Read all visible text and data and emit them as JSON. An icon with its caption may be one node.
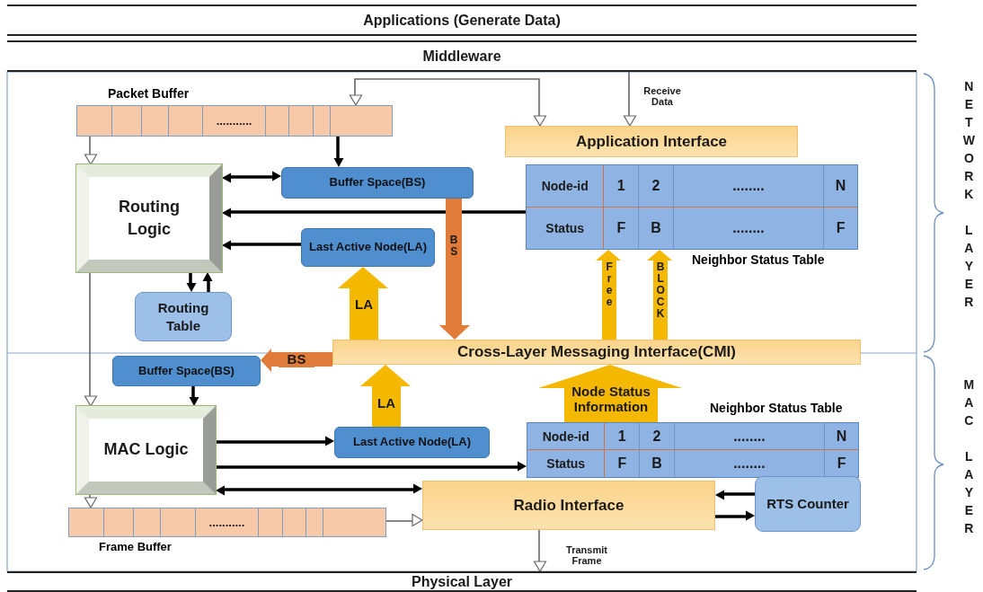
{
  "diagram": {
    "nodes": [
      {
        "text": [
          "Applications (Generate Data)"
        ]
      },
      {
        "text": [
          "Middleware"
        ]
      },
      {
        "text": [
          "..........."
        ],
        "beside": [
          "Packet Buffer"
        ]
      },
      {
        "text": [
          "Application Interface"
        ]
      },
      {
        "text": [
          "Routing Logic"
        ]
      },
      {
        "text": [
          "Buffer Space(BS)"
        ]
      },
      {
        "text": [
          "Node-id",
          "1",
          "2",
          "........",
          "N",
          "Status",
          "F",
          "B",
          "........",
          "F"
        ],
        "beside": [
          "Neighbor Status Table"
        ]
      },
      {
        "text": [
          "Last Active Node(LA)"
        ]
      },
      {
        "text": [
          "Routing Table"
        ]
      },
      {
        "text": [
          "Cross-Layer Messaging Interface(CMI)"
        ]
      },
      {
        "text": [
          "Buffer Space(BS)"
        ]
      },
      {
        "text": [
          "Node-id",
          "1",
          "2",
          "........",
          "N",
          "Status",
          "F",
          "B",
          "........",
          "F"
        ],
        "beside": [
          "Neighbor Status Table"
        ]
      },
      {
        "text": [
          "MAC Logic"
        ]
      },
      {
        "text": [
          "Last Active Node(LA)"
        ]
      },
      {
        "text": [
          "..........."
        ],
        "beside": [
          "Frame Buffer"
        ]
      },
      {
        "text": [
          "Radio Interface"
        ]
      },
      {
        "text": [
          "RTS Counter"
        ]
      },
      {
        "text": [
          "Physical Layer"
        ]
      }
    ],
    "edges": [
      {
        "from": 2,
        "to": 4,
        "arrow": "to",
        "color": "#666666"
      },
      {
        "from": 2,
        "to": 5,
        "arrow": "to"
      },
      {
        "from": 4,
        "to": 5,
        "arrow": "both"
      },
      {
        "from": 6,
        "to": 4,
        "arrow": "to"
      },
      {
        "from": 7,
        "to": 4,
        "arrow": "to"
      },
      {
        "from": 4,
        "to": 8,
        "arrow": "to"
      },
      {
        "from": 8,
        "to": 4,
        "arrow": "to"
      },
      {
        "from": 3,
        "to": 2,
        "arrow": "both",
        "color": "#666666"
      },
      {
        "from": 5,
        "to": 9,
        "arrow": "to",
        "label": "BS",
        "style": "thick",
        "color": "#e07b39"
      },
      {
        "from": 9,
        "to": 7,
        "arrow": "to",
        "label": "LA",
        "style": "thick",
        "color": "#f5b800"
      },
      {
        "from": 9,
        "to": 6,
        "arrow": "to",
        "label": "Free",
        "style": "thick",
        "color": "#f5b800"
      },
      {
        "from": 9,
        "to": 6,
        "arrow": "to",
        "label": "BLOCK",
        "style": "thick",
        "color": "#f5b800"
      },
      {
        "from": 1,
        "to": 3,
        "arrow": "to",
        "label": "Receive Data",
        "color": "#666666"
      },
      {
        "from": 4,
        "to": 12,
        "arrow": "to",
        "color": "#666666"
      },
      {
        "from": 9,
        "to": 10,
        "arrow": "to",
        "label": "BS",
        "style": "thick",
        "color": "#e07b39"
      },
      {
        "from": 13,
        "to": 9,
        "arrow": "to",
        "label": "LA",
        "style": "thick",
        "color": "#f5b800"
      },
      {
        "from": 11,
        "to": 9,
        "arrow": "to",
        "label": "Node Status Information",
        "style": "thick",
        "color": "#f5b800"
      },
      {
        "from": 10,
        "to": 12,
        "arrow": "to"
      },
      {
        "from": 12,
        "to": 13,
        "arrow": "to"
      },
      {
        "from": 12,
        "to": 11,
        "arrow": "to"
      },
      {
        "from": 12,
        "to": 15,
        "arrow": "both"
      },
      {
        "from": 12,
        "to": 14,
        "arrow": "to",
        "color": "#666666"
      },
      {
        "from": 14,
        "to": 15,
        "arrow": "to",
        "color": "#666666"
      },
      {
        "from": 16,
        "to": 15,
        "arrow": "to"
      },
      {
        "from": 15,
        "to": 16,
        "arrow": "to"
      },
      {
        "from": 15,
        "to": 17,
        "arrow": "to",
        "label": "Transmit Frame",
        "color": "#666666"
      }
    ],
    "labels": [
      "NETWORK LAYER",
      "MAC LAYER"
    ]
  }
}
